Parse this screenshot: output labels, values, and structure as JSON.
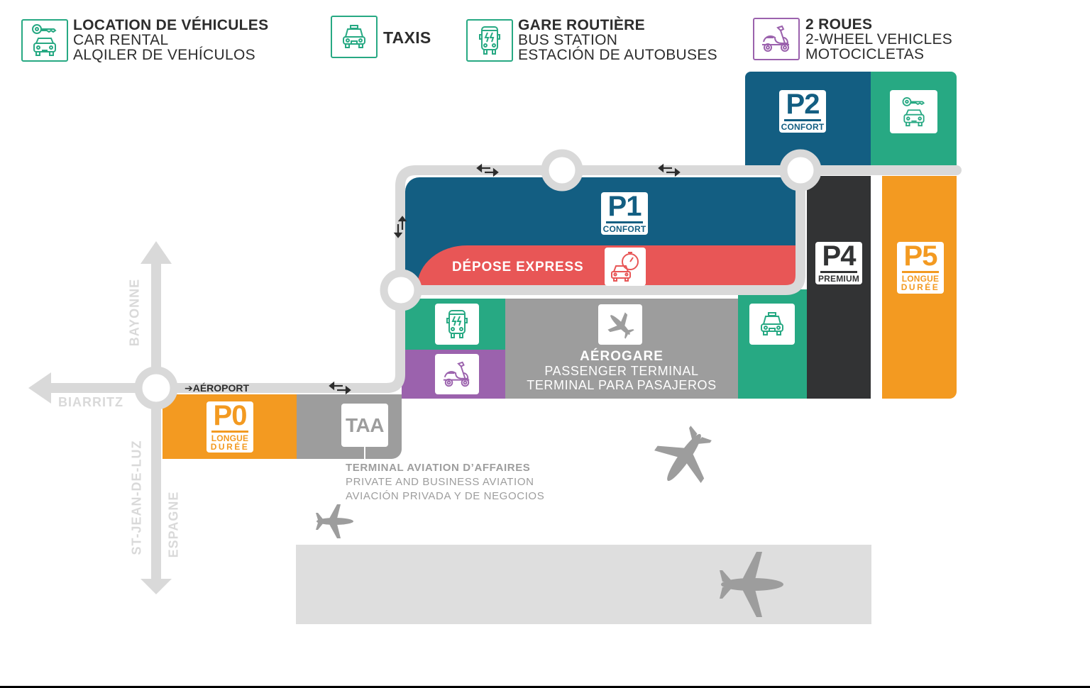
{
  "legend": {
    "car_rental": {
      "icon": "car-rental-key-icon",
      "title": "LOCATION DE VÉHICULES",
      "line2": "CAR RENTAL",
      "line3": "ALQILER DE VEHÍCULOS"
    },
    "taxis": {
      "icon": "taxi-icon",
      "title": "TAXIS"
    },
    "bus_station": {
      "icon": "electric-bus-icon",
      "title": "GARE ROUTIÈRE",
      "line2": "BUS STATION",
      "line3": "ESTACIÓN DE AUTOBUSES"
    },
    "two_wheels": {
      "icon": "scooter-icon",
      "title": "2 ROUES",
      "line2": "2-WHEEL VEHICLES",
      "line3": "MOTOCICLETAS"
    }
  },
  "parkings": {
    "p0": {
      "code": "P0",
      "sub1": "LONGUE",
      "sub2": "DURÉE",
      "color": "#f39a21"
    },
    "p1": {
      "code": "P1",
      "sub1": "CONFORT",
      "color": "#135e82"
    },
    "p2": {
      "code": "P2",
      "sub1": "CONFORT",
      "color": "#135e82"
    },
    "p4": {
      "code": "P4",
      "sub1": "PREMIUM",
      "color": "#323334"
    },
    "p5": {
      "code": "P5",
      "sub1": "LONGUE",
      "sub2": "DURÉE",
      "color": "#f39a21"
    }
  },
  "depose": {
    "label": "DÉPOSE EXPRESS",
    "color": "#e85656",
    "icon": "car-stopwatch-icon"
  },
  "terminal": {
    "icon": "airplane-icon",
    "title": "AÉROGARE",
    "line2": "PASSENGER TERMINAL",
    "line3": "TERMINAL PARA PASAJEROS",
    "color": "#9d9d9d"
  },
  "taa": {
    "code": "TAA",
    "title": "TERMINAL AVIATION D’AFFAIRES",
    "line2": "PRIVATE AND BUSINESS AVIATION",
    "line3": "AVIACIÓN PRIVADA Y DE NEGOCIOS"
  },
  "roads": {
    "bayonne": "BAYONNE",
    "biarritz": "BIARRITZ",
    "st_jean": "ST-JEAN-DE-LUZ",
    "espagne": "ESPAGNE",
    "aeroport": "➔AÉROPORT"
  },
  "colors": {
    "green": "#27a983",
    "purple": "#9b62ad",
    "blue": "#135e82",
    "red": "#e85656",
    "orange": "#f39a21",
    "dark": "#323334",
    "grey": "#9d9d9d",
    "road": "#d9d9d9",
    "runway": "#dedede"
  }
}
